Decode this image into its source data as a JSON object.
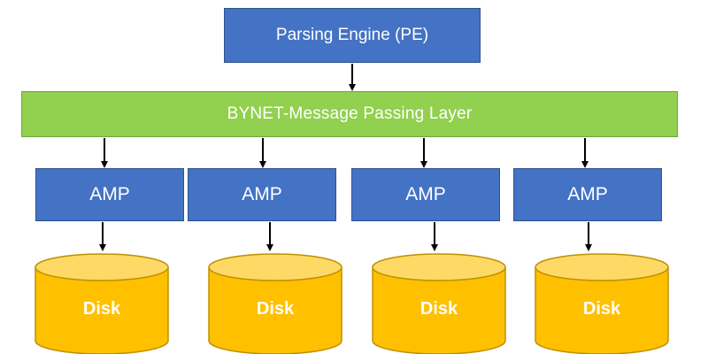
{
  "diagram": {
    "parsing_engine": "Parsing Engine (PE)",
    "bynet": "BYNET-Message Passing Layer",
    "amps": [
      "AMP",
      "AMP",
      "AMP",
      "AMP"
    ],
    "disks": [
      "Disk",
      "Disk",
      "Disk",
      "Disk"
    ]
  },
  "colors": {
    "box_blue": "#4472c4",
    "box_green": "#92d050",
    "disk_gold": "#ffc000",
    "arrow": "#000000"
  }
}
